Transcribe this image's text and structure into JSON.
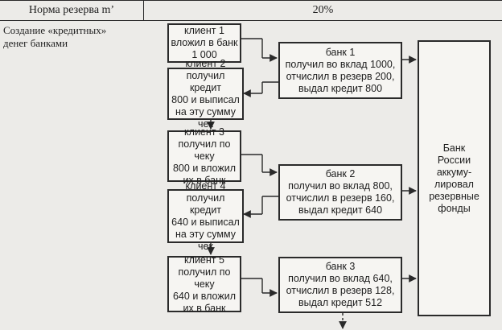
{
  "reserve_row": {
    "label": "Норма резерва m’",
    "value": "20%"
  },
  "caption": "Создание «кредитных» денег банками",
  "clients": [
    {
      "text": "клиент 1\nвложил в банк\n1 000"
    },
    {
      "text": "клиент 2\nполучил кредит\n800 и выписал\nна эту сумму чек"
    },
    {
      "text": "клиент 3\nполучил по чеку\n800 и вложил\nих в банк"
    },
    {
      "text": "клиент 4\nполучил кредит\n640 и выписал\nна эту сумму чек"
    },
    {
      "text": "клиент 5\nполучил по чеку\n640 и вложил\nих в банк"
    }
  ],
  "banks": [
    {
      "text": "банк 1\nполучил во вклад 1000,\nотчислил в резерв 200,\nвыдал кредит 800"
    },
    {
      "text": "банк 2\nполучил во вклад 800,\nотчислил в резерв 160,\nвыдал кредит 640"
    },
    {
      "text": "банк 3\nполучил во вклад 640,\nотчислил в резерв 128,\nвыдал кредит 512"
    }
  ],
  "central_bank": {
    "text": "Банк\nРоссии\nаккуму-\nлировал\nрезервные\nфонды"
  }
}
